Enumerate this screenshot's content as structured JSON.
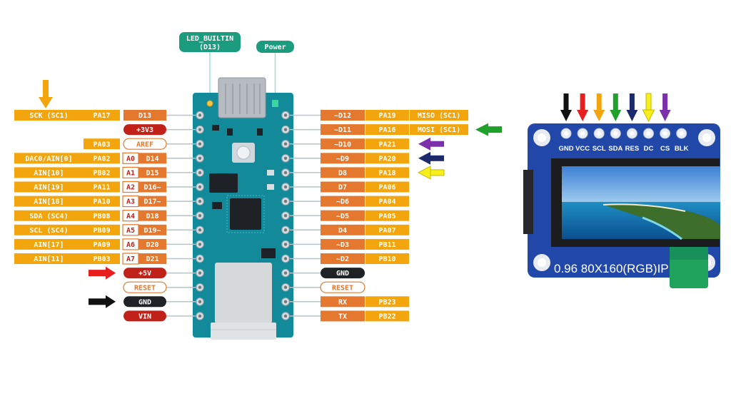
{
  "callouts": {
    "led": [
      "LED_BUILTIN",
      "(D13)"
    ],
    "power": "Power"
  },
  "left_pins": [
    [
      {
        "t": "SCK (SC1)",
        "k": "alt"
      },
      {
        "t": "PA17",
        "k": "port"
      },
      {
        "t": "D13",
        "k": "dig"
      }
    ],
    [
      {
        "t": "+3V3",
        "k": "pwr"
      }
    ],
    [
      {
        "t": "PA03",
        "k": "port"
      },
      {
        "t": "AREF",
        "k": "ref"
      }
    ],
    [
      {
        "t": "DAC0/AIN[0]",
        "k": "alt"
      },
      {
        "t": "PA02",
        "k": "port"
      },
      {
        "t": "A0",
        "k": "ana"
      },
      {
        "t": "D14",
        "k": "dig"
      }
    ],
    [
      {
        "t": "AIN[10]",
        "k": "alt"
      },
      {
        "t": "PB02",
        "k": "port"
      },
      {
        "t": "A1",
        "k": "ana"
      },
      {
        "t": "D15",
        "k": "dig"
      }
    ],
    [
      {
        "t": "AIN[19]",
        "k": "alt"
      },
      {
        "t": "PA11",
        "k": "port"
      },
      {
        "t": "A2",
        "k": "ana"
      },
      {
        "t": "D16~",
        "k": "dig"
      }
    ],
    [
      {
        "t": "AIN[18]",
        "k": "alt"
      },
      {
        "t": "PA10",
        "k": "port"
      },
      {
        "t": "A3",
        "k": "ana"
      },
      {
        "t": "D17~",
        "k": "dig"
      }
    ],
    [
      {
        "t": "SDA (SC4)",
        "k": "alt"
      },
      {
        "t": "PB08",
        "k": "port"
      },
      {
        "t": "A4",
        "k": "ana"
      },
      {
        "t": "D18",
        "k": "dig"
      }
    ],
    [
      {
        "t": "SCL (SC4)",
        "k": "alt"
      },
      {
        "t": "PB09",
        "k": "port"
      },
      {
        "t": "A5",
        "k": "ana"
      },
      {
        "t": "D19~",
        "k": "dig"
      }
    ],
    [
      {
        "t": "AIN[17]",
        "k": "alt"
      },
      {
        "t": "PA09",
        "k": "port"
      },
      {
        "t": "A6",
        "k": "ana"
      },
      {
        "t": "D20",
        "k": "dig"
      }
    ],
    [
      {
        "t": "AIN[11]",
        "k": "alt"
      },
      {
        "t": "PB03",
        "k": "port"
      },
      {
        "t": "A7",
        "k": "ana"
      },
      {
        "t": "D21",
        "k": "dig"
      }
    ],
    [
      {
        "t": "+5V",
        "k": "pwr"
      }
    ],
    [
      {
        "t": "RESET",
        "k": "ref"
      }
    ],
    [
      {
        "t": "GND",
        "k": "gnd"
      }
    ],
    [
      {
        "t": "VIN",
        "k": "pwr"
      }
    ]
  ],
  "right_pins": [
    [
      {
        "t": "~D12",
        "k": "dig"
      },
      {
        "t": "PA19",
        "k": "port"
      },
      {
        "t": "MISO (SC1)",
        "k": "alt"
      }
    ],
    [
      {
        "t": "~D11",
        "k": "dig"
      },
      {
        "t": "PA16",
        "k": "port"
      },
      {
        "t": "MOSI (SC1)",
        "k": "alt"
      }
    ],
    [
      {
        "t": "~D10",
        "k": "dig"
      },
      {
        "t": "PA21",
        "k": "port"
      }
    ],
    [
      {
        "t": "~D9",
        "k": "dig"
      },
      {
        "t": "PA20",
        "k": "port"
      }
    ],
    [
      {
        "t": "D8",
        "k": "dig"
      },
      {
        "t": "PA18",
        "k": "port"
      }
    ],
    [
      {
        "t": "D7",
        "k": "dig"
      },
      {
        "t": "PA06",
        "k": "port"
      }
    ],
    [
      {
        "t": "~D6",
        "k": "dig"
      },
      {
        "t": "PA04",
        "k": "port"
      }
    ],
    [
      {
        "t": "~D5",
        "k": "dig"
      },
      {
        "t": "PA05",
        "k": "port"
      }
    ],
    [
      {
        "t": "D4",
        "k": "dig"
      },
      {
        "t": "PA07",
        "k": "port"
      }
    ],
    [
      {
        "t": "~D3",
        "k": "dig"
      },
      {
        "t": "PB11",
        "k": "port"
      }
    ],
    [
      {
        "t": "~D2",
        "k": "dig"
      },
      {
        "t": "PB10",
        "k": "port"
      }
    ],
    [
      {
        "t": "GND",
        "k": "gnd"
      }
    ],
    [
      {
        "t": "RESET",
        "k": "ref"
      }
    ],
    [
      {
        "t": "RX",
        "k": "dig"
      },
      {
        "t": "PB23",
        "k": "port"
      }
    ],
    [
      {
        "t": "TX",
        "k": "dig"
      },
      {
        "t": "PB22",
        "k": "port"
      }
    ]
  ],
  "arrows_board": [
    {
      "row": 11,
      "side": "left",
      "color": "#e81e1e"
    },
    {
      "row": 13,
      "side": "left",
      "color": "#111111"
    },
    {
      "row": 1,
      "side": "right",
      "color": "#1fa12c"
    },
    {
      "row": 2,
      "side": "right",
      "color": "#7b2fa8"
    },
    {
      "row": 3,
      "side": "right",
      "color": "#1c2a6b"
    },
    {
      "row": 4,
      "side": "right",
      "color": "#f7ef1a"
    }
  ],
  "sck_arrow_color": "#f2a50c",
  "display": {
    "pins": [
      "GND",
      "VCC",
      "SCL",
      "SDA",
      "RES",
      "DC",
      "CS",
      "BLK"
    ],
    "pin_arrow_colors": [
      "#111111",
      "#e81e1e",
      "#f2a50c",
      "#1fa12c",
      "#1c2a6b",
      "#f7ef1a",
      "#7b2fa8"
    ],
    "label": "0.96 80X160(RGB)IP"
  },
  "colors": {
    "alt": "#f2a50c",
    "port": "#f2a50c",
    "dig": "#e4782e",
    "ana": "#ffffff",
    "pwr": "#c0221a",
    "gnd": "#1f2326",
    "ref": "#ffffff",
    "board": "#138a99",
    "callout": "#1c9c7f",
    "module": "#2148a8"
  }
}
